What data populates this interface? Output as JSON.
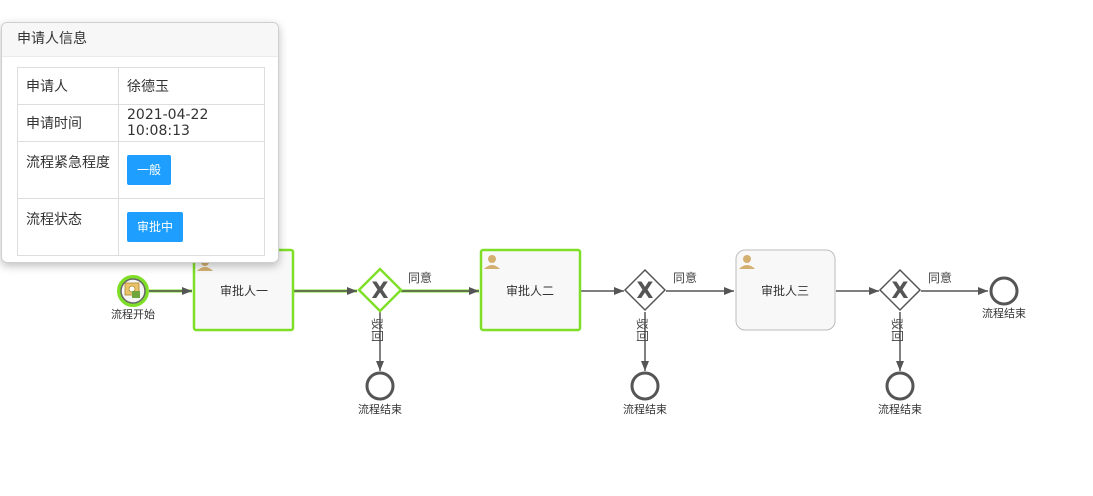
{
  "popover": {
    "title": "申请人信息",
    "rows": [
      {
        "key": "申请人",
        "value": "徐德玉"
      },
      {
        "key": "申请时间",
        "value": "2021-04-22 10:08:13"
      },
      {
        "key": "流程紧急程度",
        "value": "一般"
      },
      {
        "key": "流程状态",
        "value": "审批中"
      }
    ],
    "badge_color": "#1e9fff"
  },
  "flow": {
    "start_label": "流程开始",
    "tasks": [
      "审批人一",
      "审批人二",
      "审批人三"
    ],
    "end_label": "流程结束",
    "approve_label": "同意",
    "reject_label": "驳回",
    "gateway_symbol": "X",
    "active_color": "#7fdf28",
    "line_color": "#555555"
  }
}
